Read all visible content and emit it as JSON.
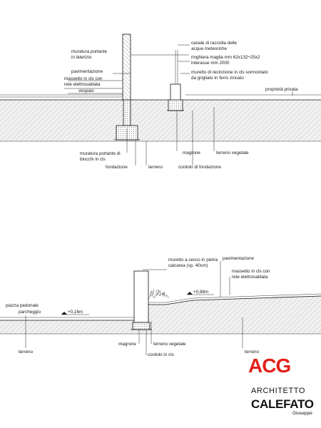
{
  "top_section": {
    "labels": {
      "muratura_laterizio": [
        "muratura portante",
        "in laterizio"
      ],
      "pavimentazione": "pavimentazione",
      "massetto": [
        "massetto in cls con",
        "rete elettrosaldata"
      ],
      "vespaio": "vespaio",
      "canale": [
        "canale di raccolta delle",
        "acque meteoriche"
      ],
      "ringhiera": [
        "ringhiera maglia mm 62x132÷25x2",
        "interasse mm 2000"
      ],
      "muretto": [
        "muretto di recinzione in cls sormontato",
        "da grigliato in ferro zincato"
      ],
      "proprieta": "proprietà privata",
      "muratura_blocchi": [
        "muratura portante di",
        "blocchi in cls"
      ],
      "fondazione": "fondazione",
      "terreno": "terreno",
      "magrone": "magrone",
      "cordolo": "cordolo di fondazione",
      "terreno_vegetale": "terreno vegetale"
    }
  },
  "bottom_section": {
    "labels": {
      "muretto_secco": [
        "muretto a secco in pietra",
        "calcarea (sp. 40cm)"
      ],
      "pavimentazione": "pavimentazione",
      "massetto": [
        "massetto in cls con",
        "rete elettrosaldata"
      ],
      "quota_alta": "+0,88m",
      "piazza": [
        "piazza pedonale",
        "parcheggio"
      ],
      "quota_bassa": "+0,16m",
      "terreno_left": "terreno",
      "magrone": "magrone",
      "terreno_vegetale": "terreno vegetale",
      "cordolo": "cordolo in cls",
      "terreno_right": "terreno"
    }
  },
  "logo": {
    "mark": "ACG",
    "line1": "ARCHITETTO",
    "line2": "CALEFATO",
    "line3": "Giuseppe",
    "accent_color": "#e32019"
  }
}
